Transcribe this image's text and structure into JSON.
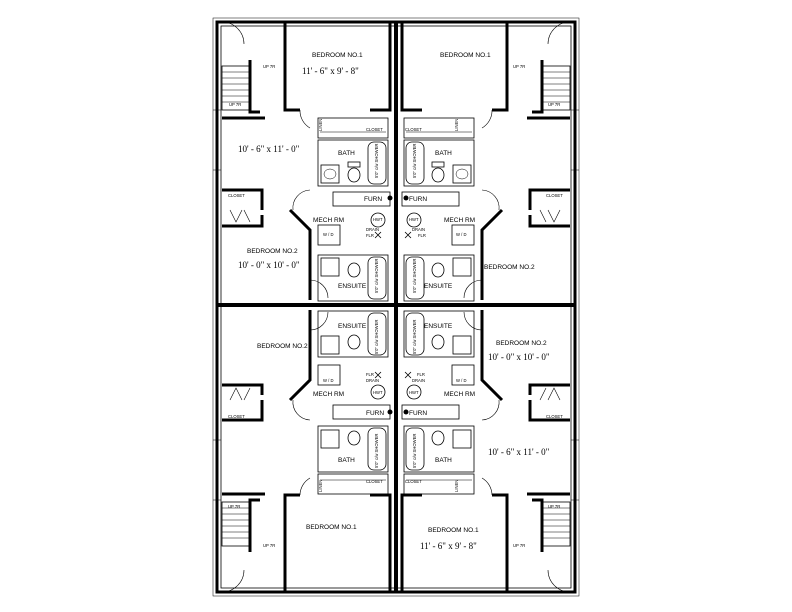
{
  "labels": {
    "bedroom1": "BEDROOM NO.1",
    "bedroom2": "BEDROOM NO.2",
    "bath": "BATH",
    "ensuite": "ENSUITE",
    "mech": "MECH RM",
    "closet": "CLOSET",
    "furn": "FURN",
    "hwt": "HWT",
    "wd": "W / D",
    "drain": "DRAIN",
    "flr": "FLR",
    "shower": "5'0\" c/w SHOWER",
    "linen": "LINEN",
    "up": "UP 7R"
  },
  "dims": {
    "bedroom1": "11' - 6\" x 9' - 8\"",
    "living": "10' - 6\" x 11' - 0\"",
    "bedroom2": "10' - 0\" x 10' - 0\""
  }
}
